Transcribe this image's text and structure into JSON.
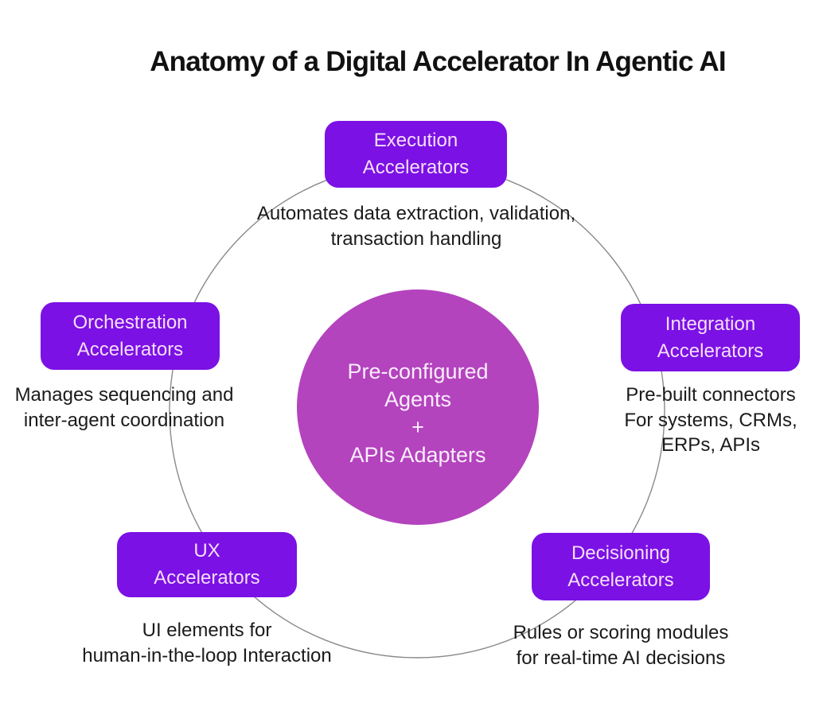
{
  "title": "Anatomy of a Digital Accelerator In Agentic AI",
  "center": {
    "text": "Pre-configured\nAgents\n+\nAPIs Adapters"
  },
  "nodes": {
    "execution": {
      "label": "Execution\nAccelerators",
      "description": "Automates data extraction, validation,\ntransaction handling"
    },
    "orchestration": {
      "label": "Orchestration\nAccelerators",
      "description": "Manages sequencing and\ninter-agent coordination"
    },
    "integration": {
      "label": "Integration\nAccelerators",
      "description": "Pre-built connectors\nFor systems, CRMs,\nERPs, APIs"
    },
    "ux": {
      "label": "UX\nAccelerators",
      "description": "UI elements for\nhuman-in-the-loop Interaction"
    },
    "decisioning": {
      "label": "Decisioning\nAccelerators",
      "description": "Rules or scoring modules\nfor real-time AI decisions"
    }
  },
  "colors": {
    "node_box": "#7b11e4",
    "center_circle": "#b443be",
    "node_label_text": "#f5defb",
    "center_text": "#f9eefb",
    "description_text": "#1b1b1b",
    "ring": "#8a8a8a",
    "background": "#ffffff",
    "title_text": "#111111"
  }
}
